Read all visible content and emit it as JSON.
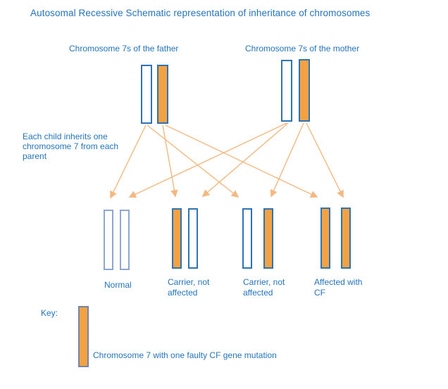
{
  "title": "Autosomal Recessive Schematic representation of inheritance of chromosomes",
  "annotation": {
    "lines": [
      "Each child inherits one",
      "chromosome 7 from each",
      "parent"
    ]
  },
  "parents": [
    {
      "label": "Chromosome 7s of the father",
      "chromosomes": [
        "normal",
        "faulty"
      ]
    },
    {
      "label": "Chromosome 7s of the mother",
      "chromosomes": [
        "normal",
        "faulty"
      ]
    }
  ],
  "children": [
    {
      "label_lines": [
        "Normal",
        ""
      ],
      "chromosomes": [
        "normal",
        "normal"
      ]
    },
    {
      "label_lines": [
        "Carrier, not",
        "affected"
      ],
      "chromosomes": [
        "faulty",
        "normal"
      ]
    },
    {
      "label_lines": [
        "Carrier, not",
        "affected"
      ],
      "chromosomes": [
        "normal",
        "faulty"
      ]
    },
    {
      "label_lines": [
        "Affected with",
        "CF"
      ],
      "chromosomes": [
        "faulty",
        "faulty"
      ]
    }
  ],
  "key": {
    "label": "Key:",
    "description": "Chromosome 7 with one faulty CF gene mutation"
  },
  "colors": {
    "text_blue": "#2374BE",
    "chromosome_orange": "#F2A143",
    "chromosome_border_blue": "#2E74B5",
    "chromosome_border_light_blue": "#8CA8D2",
    "key_border": "#7186A8",
    "arrow_orange": "#F5B880"
  }
}
